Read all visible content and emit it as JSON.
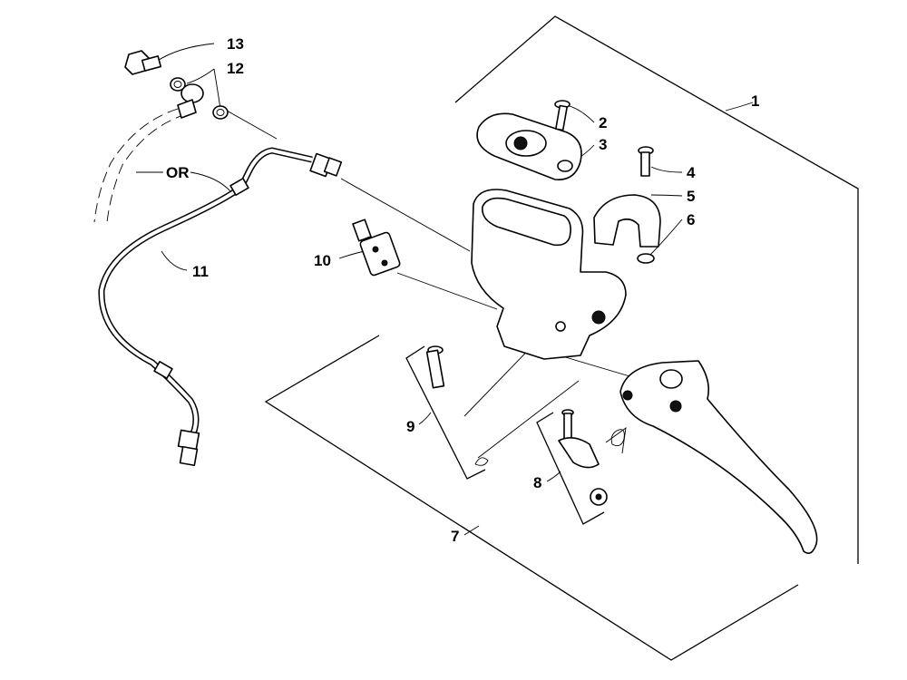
{
  "callouts": {
    "c1": "1",
    "c2": "2",
    "c3": "3",
    "c4": "4",
    "c5": "5",
    "c6": "6",
    "c7": "7",
    "c8": "8",
    "c9": "9",
    "c10": "10",
    "c11": "11",
    "c12": "12",
    "c13": "13",
    "or": "OR"
  },
  "line_color": "#000000",
  "background_color": "#ffffff"
}
